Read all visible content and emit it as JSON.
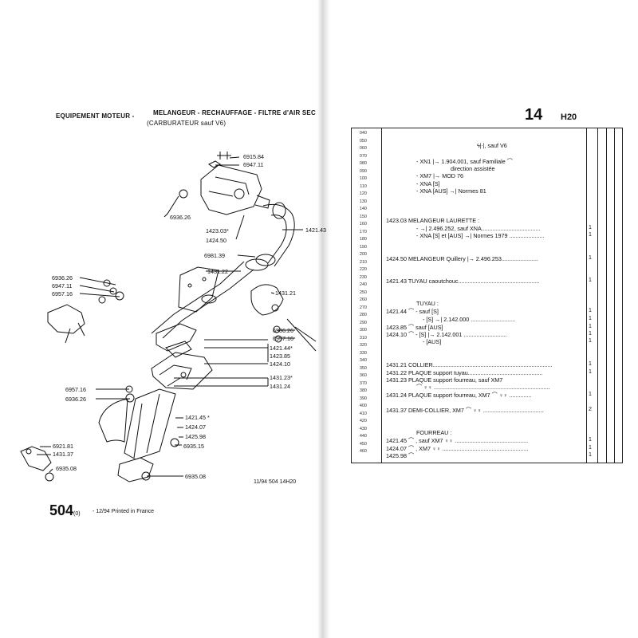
{
  "header": {
    "section": "EQUIPEMENT MOTEUR -",
    "title_line1": "MELANGEUR - RECHAUFFAGE - FILTRE d'AIR SEC",
    "title_line2": "(CARBURATEUR sauf V6)",
    "page_group": "14",
    "page_group_code": "H20"
  },
  "diagram": {
    "labels": [
      {
        "id": "l6915",
        "text": "6915.84"
      },
      {
        "id": "l6947a",
        "text": "6947.11"
      },
      {
        "id": "l6936a",
        "text": "6936.26"
      },
      {
        "id": "l1423",
        "text": "1423.03*"
      },
      {
        "id": "l1424",
        "text": "1424.50"
      },
      {
        "id": "l1421a",
        "text": "1421.43"
      },
      {
        "id": "l6981",
        "text": "6981.39"
      },
      {
        "id": "l1431a",
        "text": "1431.22"
      },
      {
        "id": "l6936b",
        "text": "6936.26"
      },
      {
        "id": "l6947b",
        "text": "6947.11"
      },
      {
        "id": "l6957a",
        "text": "6957.16"
      },
      {
        "id": "l1431b",
        "text": "1431.21"
      },
      {
        "id": "l6936c",
        "text": "6936.26"
      },
      {
        "id": "l6957b",
        "text": "6957.16"
      },
      {
        "id": "l1421b",
        "text": "1421.44*"
      },
      {
        "id": "l1423b",
        "text": "1423.85"
      },
      {
        "id": "l1424b",
        "text": "1424.10"
      },
      {
        "id": "l1431c",
        "text": "1431.23*"
      },
      {
        "id": "l1431d",
        "text": "1431.24"
      },
      {
        "id": "l6957c",
        "text": "6957.16"
      },
      {
        "id": "l6936d",
        "text": "6936.26"
      },
      {
        "id": "l1421c",
        "text": "1421.45 *"
      },
      {
        "id": "l1424c",
        "text": "1424.07"
      },
      {
        "id": "l1425",
        "text": "1425.98"
      },
      {
        "id": "l6935a",
        "text": "6935.15"
      },
      {
        "id": "l6921",
        "text": "6921.81"
      },
      {
        "id": "l1431e",
        "text": "1431.37"
      },
      {
        "id": "l6935b",
        "text": "6935.08"
      },
      {
        "id": "l6935c",
        "text": "6935.08"
      }
    ]
  },
  "footer": {
    "ref": "11/94  504  14H20",
    "page": "504",
    "page_sub": "(0)",
    "printed": "- 12/94 Printed in France"
  },
  "table": {
    "row_numbers": [
      "040",
      "050",
      "060",
      "070",
      "080",
      "090",
      "100",
      "110",
      "120",
      "130",
      "140",
      "150",
      "160",
      "170",
      "180",
      "190",
      "200",
      "210",
      "220",
      "230",
      "240",
      "250",
      "260",
      "270",
      "280",
      "290",
      "300",
      "310",
      "320",
      "330",
      "340",
      "350",
      "360",
      "370",
      "380",
      "390",
      "400",
      "410",
      "420",
      "430",
      "440",
      "450",
      "460"
    ],
    "lines": [
      {
        "text": "ϟ|ᐧ|, sauf V6"
      },
      {
        "text": "- XN1 |→ 1.904.001, sauf Familiale ⌒"
      },
      {
        "text": "direction assistée"
      },
      {
        "text": "- XM7 |→ MOD 76"
      },
      {
        "text": "- XNA [S]"
      },
      {
        "text": "- XNA [AUS] →| Normes 81"
      },
      {
        "text": "1423.03 MELANGEUR LAURETTE :"
      },
      {
        "text": "- →| 2.496.252, sauf XNA....................................."
      },
      {
        "text": "- XNA [S] et [AUS] →| Normes 1979 ......................"
      },
      {
        "text": "1424.50 MELANGEUR Quillery |→ 2.496.253......................."
      },
      {
        "text": "1421.43 TUYAU caoutchouc..................................................."
      },
      {
        "text": "TUYAU :"
      },
      {
        "text": "1421.44 ⌒ - sauf [S]"
      },
      {
        "text": "- [S] →| 2.142.000 ............................"
      },
      {
        "text": "1423.85 ⌒ sauf [AUS]"
      },
      {
        "text": "1424.10 ⌒ - [S] |→ 2.142.001 ..........................."
      },
      {
        "text": "- [AUS]"
      },
      {
        "text": "1431.21 COLLIER..........................................................................."
      },
      {
        "text": "1431.22 PLAQUE support tuyau..............................................."
      },
      {
        "text": "1431.23 PLAQUE support fourreau, sauf XM7"
      },
      {
        "text": "⌒ ♀♀ ........................................................................."
      },
      {
        "text": "1431.24 PLAQUE support fourreau, XM7 ⌒ ♀♀ .............."
      },
      {
        "text": "1431.37 DEMI-COLLIER, XM7 ⌒ ♀♀ ......................................"
      },
      {
        "text": "FOURREAU :"
      },
      {
        "text": "1421.45 ⌒ , sauf XM7 ♀♀ .............................................."
      },
      {
        "text": "1424.07 ⌒ , XM7 ♀♀ ......................................................"
      },
      {
        "text": "1425.98 ⌒"
      }
    ],
    "quantities": [
      {
        "id": "q1",
        "text": "1"
      },
      {
        "id": "q2",
        "text": "1"
      },
      {
        "id": "q3",
        "text": "1"
      },
      {
        "id": "q4",
        "text": "1"
      },
      {
        "id": "q5",
        "text": "1"
      },
      {
        "id": "q6",
        "text": "1"
      },
      {
        "id": "q7",
        "text": "1"
      },
      {
        "id": "q8",
        "text": "1"
      },
      {
        "id": "q9",
        "text": "1"
      },
      {
        "id": "q10",
        "text": "1"
      },
      {
        "id": "q11",
        "text": "1"
      },
      {
        "id": "q12",
        "text": "1"
      },
      {
        "id": "q13",
        "text": "2"
      },
      {
        "id": "q14",
        "text": "1"
      },
      {
        "id": "q15",
        "text": "1"
      },
      {
        "id": "q16",
        "text": "1"
      }
    ]
  }
}
